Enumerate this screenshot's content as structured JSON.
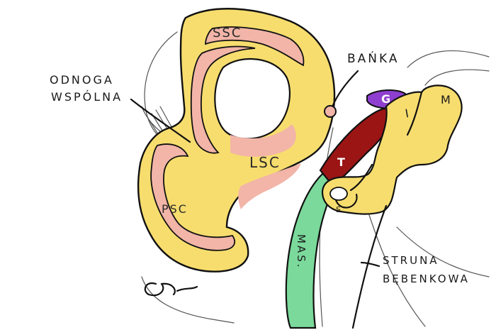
{
  "labels": {
    "ssc": "SSC",
    "lsc": "LSC",
    "psc": "PSC",
    "banka": "BAŃKA",
    "odnoga_1": "ODNOGA",
    "odnoga_2": "WSPÓLNA",
    "g": "G",
    "i": "I",
    "m": "M",
    "t": "T",
    "s": "S",
    "mas": "MAS.",
    "struna_1": "STRUNA",
    "struna_2": "BĘBENKOWA"
  },
  "colors": {
    "bone_yellow": "#f7dd6e",
    "membrane_pink": "#f2b5a8",
    "facial_nerve_red": "#9b1515",
    "geniculate_purple": "#8e3fcf",
    "masseter_green": "#7ad99b",
    "outline": "#111111",
    "sketch_grey": "#555555"
  }
}
